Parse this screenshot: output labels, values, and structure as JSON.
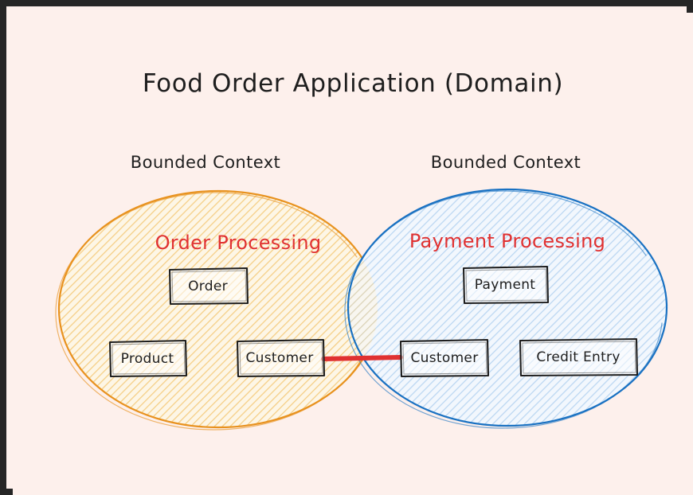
{
  "diagram": {
    "title": "Food Order Application (Domain)",
    "frame_color": "#262626",
    "background_color": "#fdf0ec"
  },
  "labels": {
    "bounded_context_left": "Bounded Context",
    "bounded_context_right": "Bounded Context"
  },
  "contexts": [
    {
      "name": "Order Processing",
      "title_color": "#e03131",
      "stroke_color": "#e8921f",
      "fill_color": "#fdf1d5",
      "entities": [
        "Order",
        "Product",
        "Customer"
      ]
    },
    {
      "name": "Payment Processing",
      "title_color": "#e03131",
      "stroke_color": "#1971c2",
      "fill_color": "#e4effb",
      "entities": [
        "Payment",
        "Customer",
        "Credit Entry"
      ]
    }
  ],
  "entities": {
    "order": "Order",
    "product": "Product",
    "customer_left": "Customer",
    "payment": "Payment",
    "customer_right": "Customer",
    "credit_entry": "Credit Entry"
  },
  "connector": {
    "from": "Customer",
    "to": "Customer",
    "color": "#e03131"
  }
}
